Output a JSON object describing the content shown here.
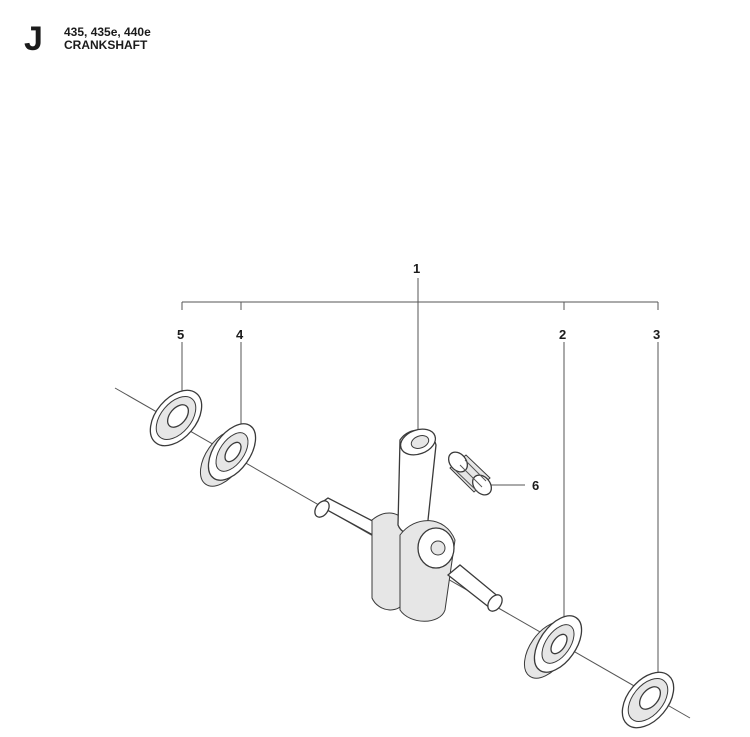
{
  "header": {
    "section_letter": "J",
    "models": "435, 435e, 440e",
    "title": "CRANKSHAFT"
  },
  "callouts": [
    "1",
    "2",
    "3",
    "4",
    "5",
    "6"
  ],
  "parts": [
    {
      "id": "1",
      "name": "crankshaft-assembly"
    },
    {
      "id": "2",
      "name": "ball-bearing-clutch-side"
    },
    {
      "id": "3",
      "name": "seal-ring-clutch-side"
    },
    {
      "id": "4",
      "name": "ball-bearing-flywheel-side"
    },
    {
      "id": "5",
      "name": "seal-ring-flywheel-side"
    },
    {
      "id": "6",
      "name": "needle-bearing"
    }
  ]
}
